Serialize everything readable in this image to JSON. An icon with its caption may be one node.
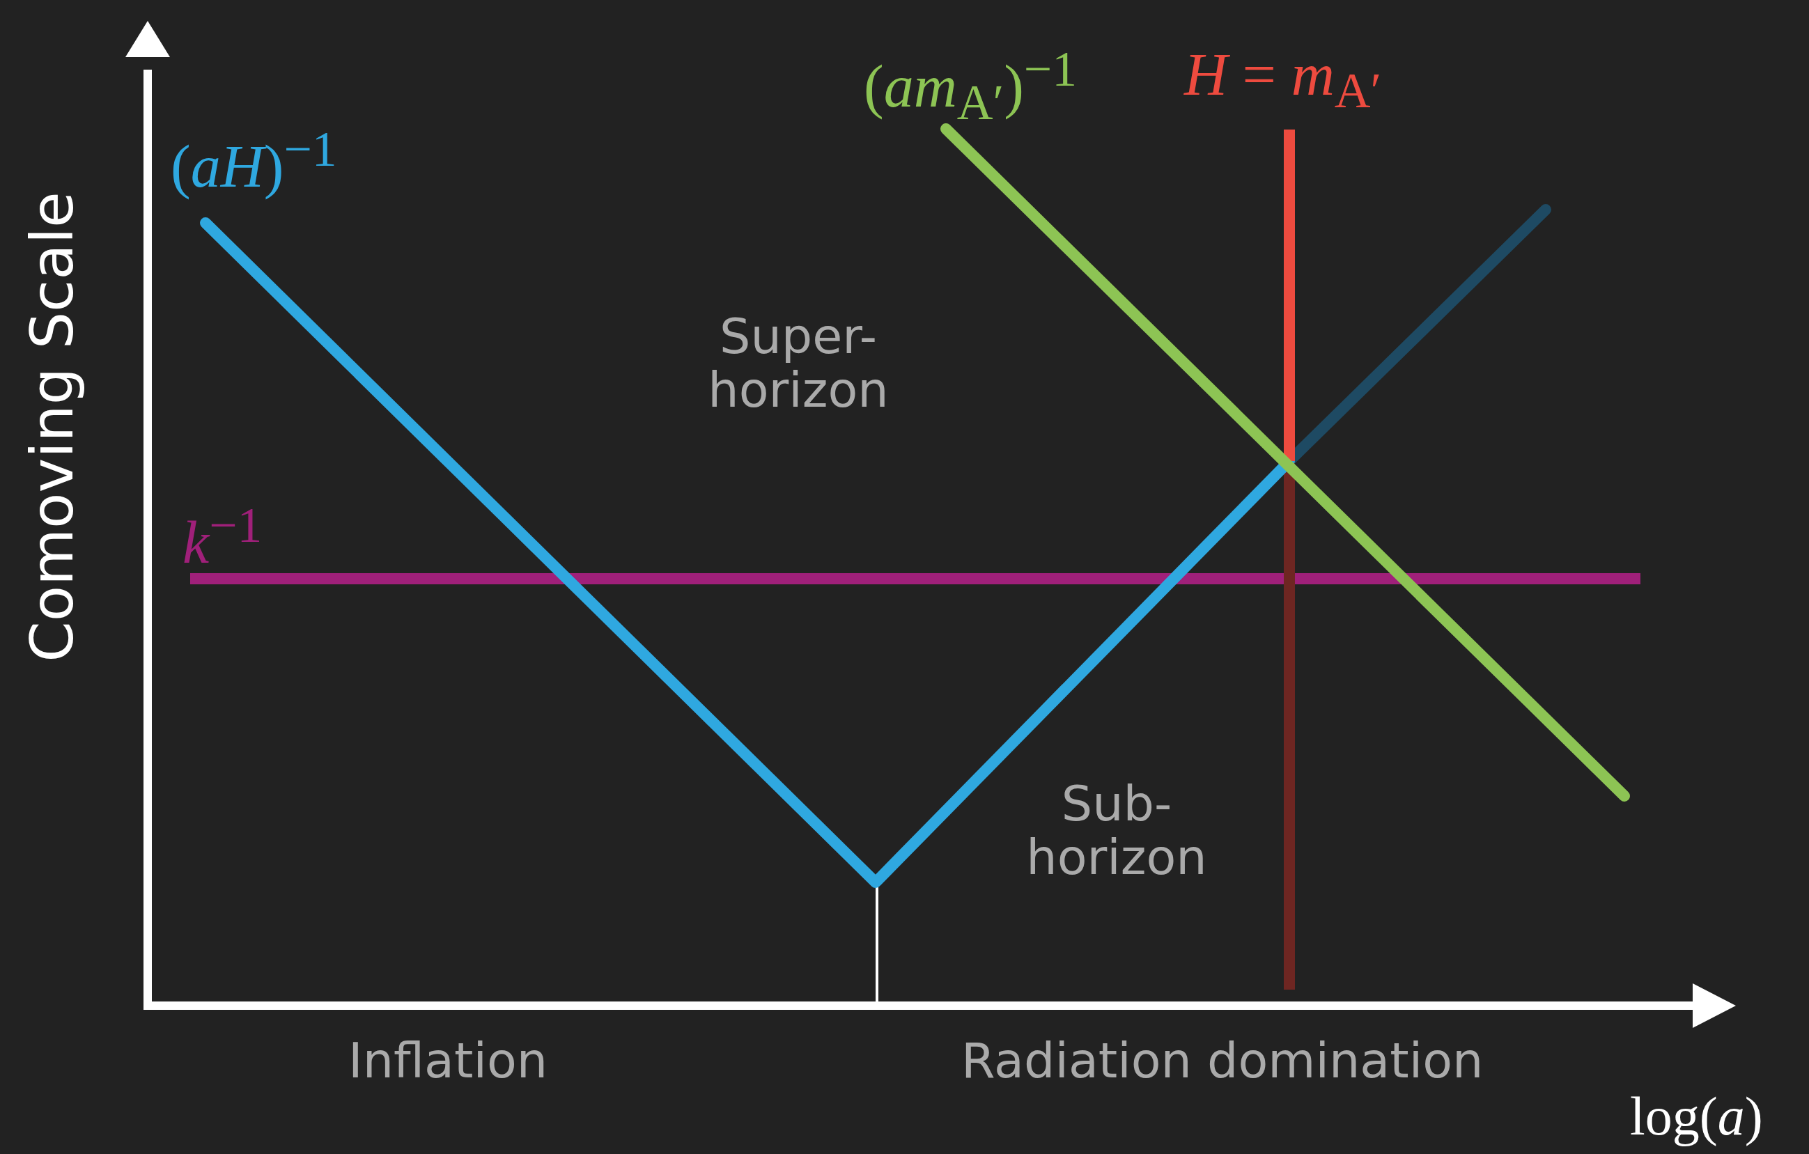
{
  "diagram": {
    "labels": [
      "(*aH*)$^{−1}$",
      "(*am*$_{A′}$)$^{−1}$",
      "*H* = *m*$_{A′}$",
      "*k*$^{−1}$",
      "Super- horizon",
      "Sub- horizon",
      "Inflation",
      "Radiation domination",
      "Comoving Scale",
      "log(*a*)"
    ]
  }
}
